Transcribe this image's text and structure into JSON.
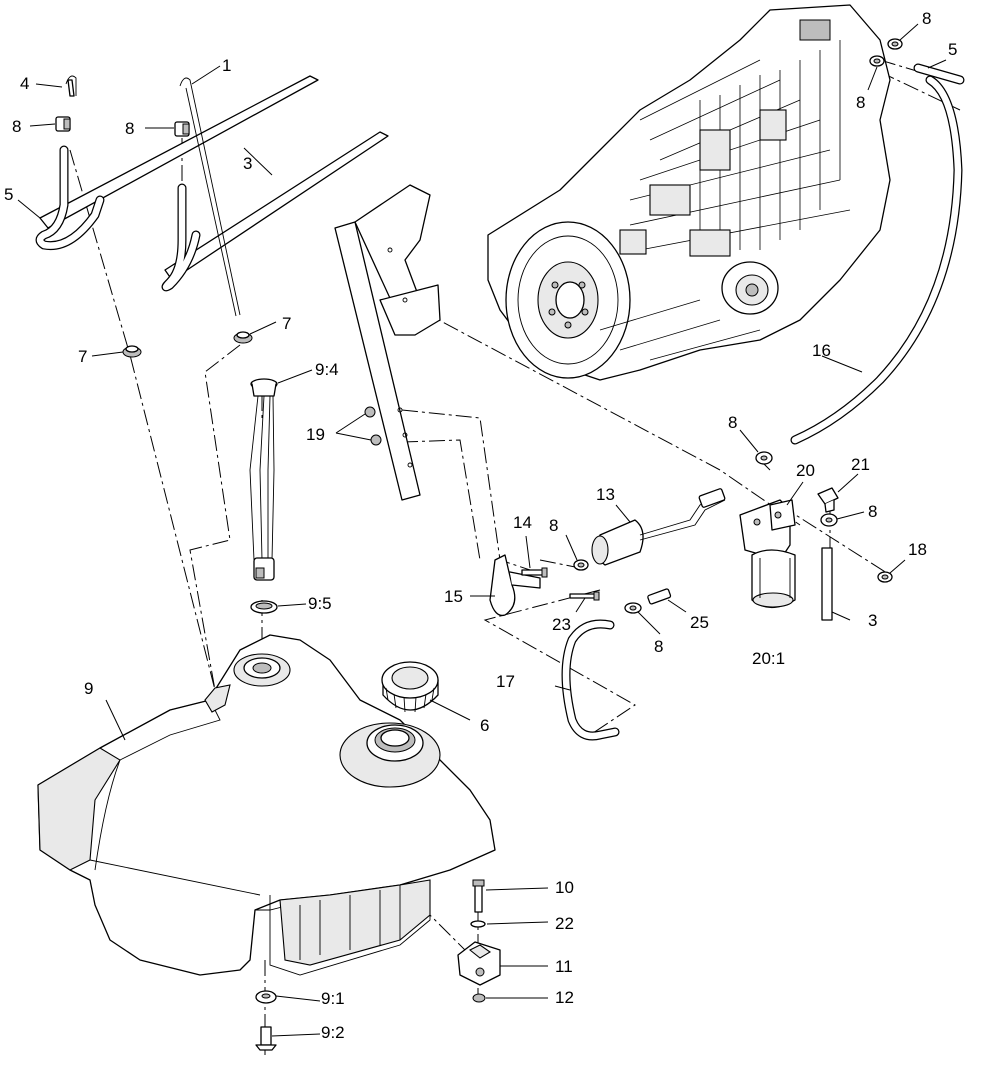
{
  "callouts": [
    {
      "id": "c1",
      "text": "1"
    },
    {
      "id": "c3a",
      "text": "3"
    },
    {
      "id": "c3b",
      "text": "3"
    },
    {
      "id": "c4",
      "text": "4"
    },
    {
      "id": "c5a",
      "text": "5"
    },
    {
      "id": "c5b",
      "text": "5"
    },
    {
      "id": "c6",
      "text": "6"
    },
    {
      "id": "c7a",
      "text": "7"
    },
    {
      "id": "c7b",
      "text": "7"
    },
    {
      "id": "c8a",
      "text": "8"
    },
    {
      "id": "c8b",
      "text": "8"
    },
    {
      "id": "c8c",
      "text": "8"
    },
    {
      "id": "c8d",
      "text": "8"
    },
    {
      "id": "c8e",
      "text": "8"
    },
    {
      "id": "c8f",
      "text": "8"
    },
    {
      "id": "c8g",
      "text": "8"
    },
    {
      "id": "c8h",
      "text": "8"
    },
    {
      "id": "c9",
      "text": "9"
    },
    {
      "id": "c9_1",
      "text": "9:1"
    },
    {
      "id": "c9_2",
      "text": "9:2"
    },
    {
      "id": "c9_4",
      "text": "9:4"
    },
    {
      "id": "c9_5",
      "text": "9:5"
    },
    {
      "id": "c10",
      "text": "10"
    },
    {
      "id": "c11",
      "text": "11"
    },
    {
      "id": "c12",
      "text": "12"
    },
    {
      "id": "c13",
      "text": "13"
    },
    {
      "id": "c14",
      "text": "14"
    },
    {
      "id": "c15",
      "text": "15"
    },
    {
      "id": "c16",
      "text": "16"
    },
    {
      "id": "c17",
      "text": "17"
    },
    {
      "id": "c18",
      "text": "18"
    },
    {
      "id": "c19",
      "text": "19"
    },
    {
      "id": "c20",
      "text": "20"
    },
    {
      "id": "c20_1",
      "text": "20:1"
    },
    {
      "id": "c21",
      "text": "21"
    },
    {
      "id": "c22",
      "text": "22"
    },
    {
      "id": "c23",
      "text": "23"
    },
    {
      "id": "c25",
      "text": "25"
    }
  ]
}
